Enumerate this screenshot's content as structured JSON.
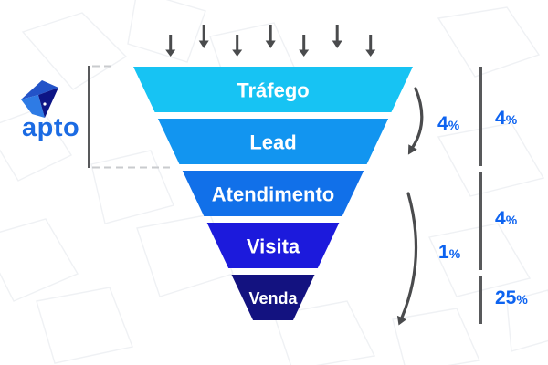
{
  "logo": {
    "text": "apto",
    "colors": {
      "top_facet": "#2353C8",
      "left_facet": "#2E7BE5",
      "body": "#0D1586",
      "wordmark": "#1B6BE3"
    }
  },
  "top_arrows": {
    "count": 7,
    "icon": "down-arrow-icon",
    "color": "#4A4B4D"
  },
  "funnel": {
    "stages": [
      {
        "label": "Tráfego",
        "color": "#17C3F3"
      },
      {
        "label": "Lead",
        "color": "#1295F0"
      },
      {
        "label": "Atendimento",
        "color": "#1170E9"
      },
      {
        "label": "Visita",
        "color": "#1C1ADC"
      },
      {
        "label": "Venda",
        "color": "#131280"
      }
    ],
    "label_color": "#FFFFFF"
  },
  "conversion_labels": [
    {
      "value": "4",
      "suffix": "%"
    },
    {
      "value": "1",
      "suffix": "%"
    }
  ],
  "segment_labels": [
    {
      "value": "4",
      "suffix": "%"
    },
    {
      "value": "4",
      "suffix": "%"
    },
    {
      "value": "25",
      "suffix": "%"
    }
  ],
  "colors": {
    "accent_blue": "#0D63F0",
    "line_gray": "#58595B",
    "arrow_gray": "#4A4B4D",
    "dash_gray": "#C9CBCE",
    "pattern_gray": "#EFF1F4"
  }
}
